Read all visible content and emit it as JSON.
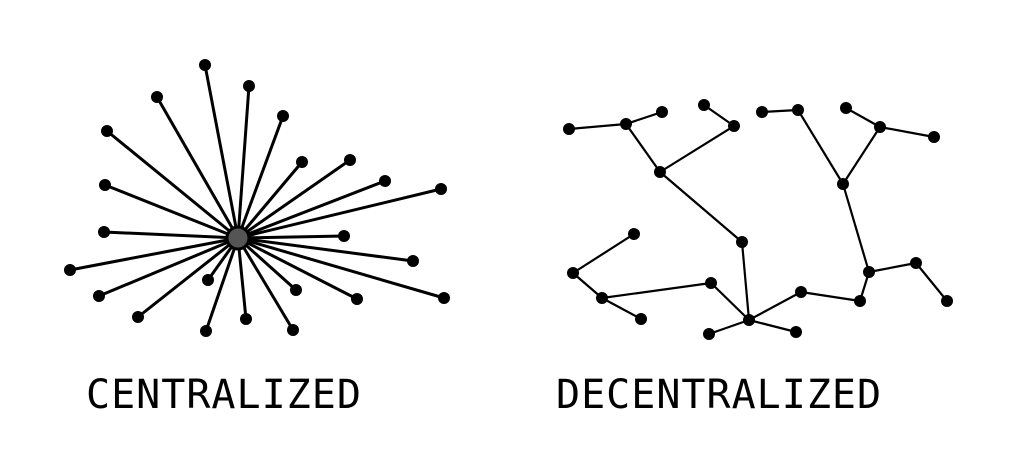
{
  "diagrams": [
    {
      "caption": "CENTRALIZED",
      "topology": "star"
    },
    {
      "caption": "DECENTRALIZED",
      "topology": "tree"
    }
  ],
  "colors": {
    "edge": "#000000",
    "node": "#000000",
    "hub": "#555555",
    "background": "#ffffff"
  }
}
